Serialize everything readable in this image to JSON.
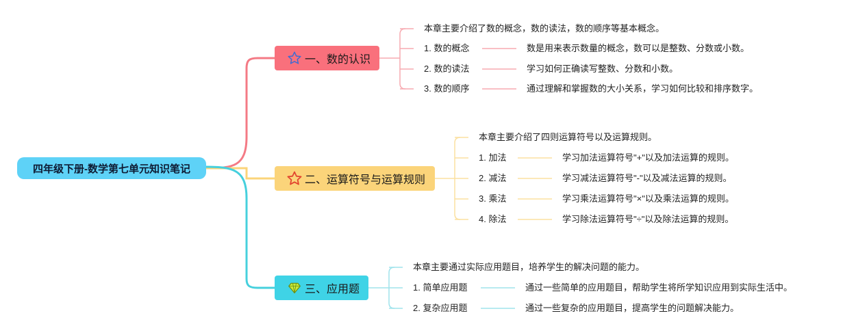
{
  "root": {
    "title": "四年级下册-数学第七单元知识笔记"
  },
  "colors": {
    "branch1": "#f47a85",
    "branch2": "#fbd47a",
    "branch3": "#46d0dd"
  },
  "topics": [
    {
      "label": "一、数的认识",
      "icon": "star-outline-icon",
      "intro": "本章主要介绍了数的概念，数的读法，数的顺序等基本概念。",
      "items": [
        {
          "label": "1. 数的概念",
          "desc": "数是用来表示数量的概念，数可以是整数、分数或小数。"
        },
        {
          "label": "2. 数的读法",
          "desc": "学习如何正确读写整数、分数和小数。"
        },
        {
          "label": "3. 数的顺序",
          "desc": "通过理解和掌握数的大小关系，学习如何比较和排序数字。"
        }
      ]
    },
    {
      "label": "二、运算符号与运算规则",
      "icon": "star-icon",
      "intro": "本章主要介绍了四则运算符号以及运算规则。",
      "items": [
        {
          "label": "1. 加法",
          "desc": "学习加法运算符号\"+\"以及加法运算的规则。"
        },
        {
          "label": "2. 减法",
          "desc": "学习减法运算符号\"-\"以及减法运算的规则。"
        },
        {
          "label": "3. 乘法",
          "desc": "学习乘法运算符号\"×\"以及乘法运算的规则。"
        },
        {
          "label": "4. 除法",
          "desc": "学习除法运算符号\"÷\"以及除法运算的规则。"
        }
      ]
    },
    {
      "label": "三、应用题",
      "icon": "diamond-icon",
      "intro": "本章主要通过实际应用题目，培养学生的解决问题的能力。",
      "items": [
        {
          "label": "1. 简单应用题",
          "desc": "通过一些简单的应用题目，帮助学生将所学知识应用到实际生活中。"
        },
        {
          "label": "2. 复杂应用题",
          "desc": "通过一些复杂的应用题目，提高学生的问题解决能力。"
        }
      ]
    }
  ]
}
